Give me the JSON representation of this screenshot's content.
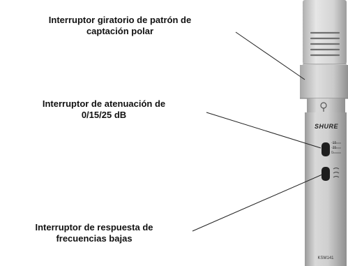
{
  "callouts": [
    {
      "line1": "Interruptor giratorio de patrón de",
      "line2": "captación polar"
    },
    {
      "line1": "Interruptor de atenuación de",
      "line2": "0/15/25 dB"
    },
    {
      "line1": "Interruptor de respuesta de",
      "line2": "frecuencias bajas"
    }
  ],
  "microphone": {
    "brand": "SHURE",
    "model": "KSM141",
    "pad_marks": [
      "-15",
      "-25",
      "0"
    ],
    "body_color": "#c9c9c9",
    "grille_color": "#d8d8d8"
  }
}
